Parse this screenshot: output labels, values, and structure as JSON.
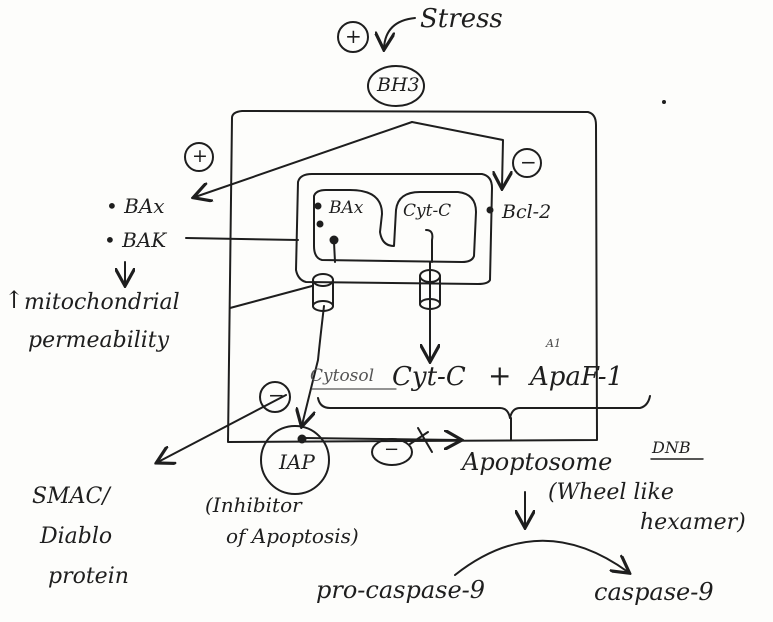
{
  "labels": {
    "stress": "Stress",
    "bh3": "BH3",
    "plus_top": "+",
    "plus_left": "+",
    "minus_right": "−",
    "minus_left": "−",
    "minus_bottom": "−",
    "bax_dot": "• BAx",
    "bak_dot": "• BAK",
    "bax_inner": "BAx",
    "cytc_inner": "Cyt-C",
    "bcl2": "Bcl-2",
    "up_arrow": "↑",
    "mito_perm_1": "mitochondrial",
    "mito_perm_2": "permeability",
    "cytosol": "Cytosol",
    "cytc_cytosol": "Cyt-C",
    "plus_sign": "+",
    "apaf": "ApaF-1",
    "apaf_note": "A1",
    "iap": "IAP",
    "iap_desc_1": "(Inhibitor",
    "iap_desc_2": "of Apoptosis)",
    "smac_1": "SMAC/",
    "smac_2": "Diablo",
    "smac_3": "protein",
    "apoptosome": "Apoptosome",
    "dnb": "DNB",
    "wheel_1": "(Wheel like",
    "wheel_2": "hexamer)",
    "procaspase": "pro-caspase-9",
    "caspase": "caspase-9"
  },
  "colors": {
    "ink": "#1e1e1e",
    "paper": "#fdfdfb"
  }
}
